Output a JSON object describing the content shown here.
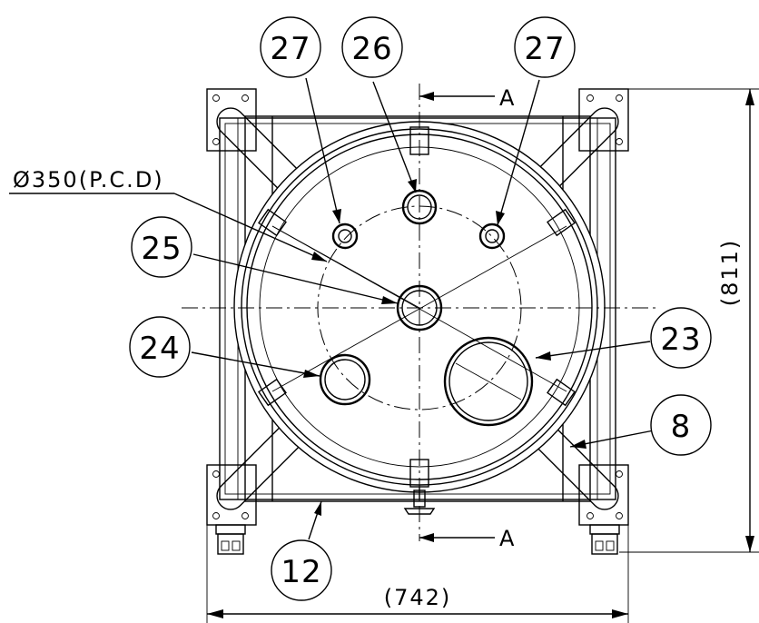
{
  "balloons": [
    {
      "id": "b27a",
      "text": "27"
    },
    {
      "id": "b26",
      "text": "26"
    },
    {
      "id": "b27b",
      "text": "27"
    },
    {
      "id": "b25",
      "text": "25"
    },
    {
      "id": "b24",
      "text": "24"
    },
    {
      "id": "b23",
      "text": "23"
    },
    {
      "id": "b8",
      "text": "8"
    },
    {
      "id": "b12",
      "text": "12"
    }
  ],
  "dimensions": {
    "pcd": "Ø350(P.C.D)",
    "height": "(811)",
    "width": "(742)"
  },
  "section_marks": {
    "top": "A",
    "bottom": "A"
  }
}
